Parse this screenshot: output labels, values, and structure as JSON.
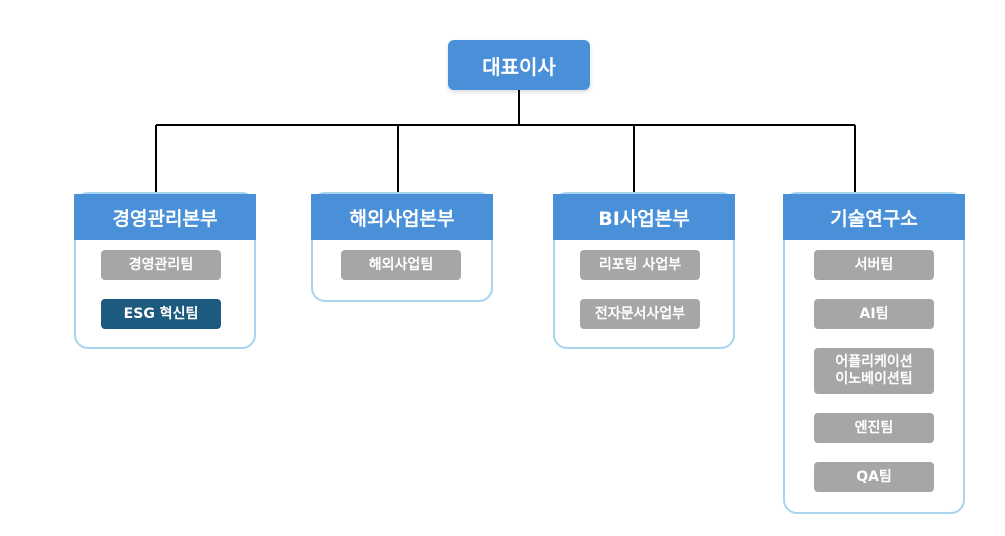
{
  "ceo": {
    "label": "대표이사"
  },
  "divisions": [
    {
      "title": "경영관리본부",
      "teams": [
        "경영관리팀",
        "ESG 혁신팀"
      ]
    },
    {
      "title": "해외사업본부",
      "teams": [
        "해외사업팀"
      ]
    },
    {
      "title": "BI사업본부",
      "teams": [
        "리포팅 사업부",
        "전자문서사업부"
      ]
    },
    {
      "title": "기술연구소",
      "teams": [
        "서버팀",
        "AI팀",
        "어플리케이션\n이노베이션팀",
        "엔진팀",
        "QA팀"
      ]
    }
  ],
  "colors": {
    "header": "#4a90d9",
    "team": "#a6a6a6",
    "team_highlight": "#1d5a80",
    "border": "#a9d4ef",
    "line": "#000000"
  }
}
